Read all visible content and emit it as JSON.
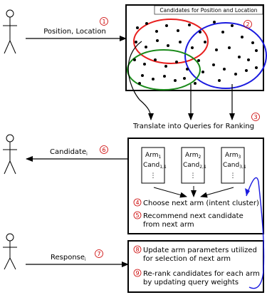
{
  "title": "Candidates for Position and Location",
  "users": [
    {
      "name": "user-top"
    },
    {
      "name": "user-middle"
    },
    {
      "name": "user-bottom"
    }
  ],
  "input": {
    "label": "Position, Location",
    "step": "1"
  },
  "candidates": {
    "step": "2"
  },
  "translate": {
    "label": "Translate into Queries for Ranking",
    "step": "3"
  },
  "candidate_out": {
    "label": "Candidate",
    "sub": "i",
    "step": "6"
  },
  "response_in": {
    "label": "Response",
    "sub": "i",
    "step": "7"
  },
  "arms": [
    {
      "arm": "Arm",
      "arm_sub": "1",
      "cand": "Cand",
      "cand_sub": "1,1",
      "more": "⋮"
    },
    {
      "arm": "Arm",
      "arm_sub": "2",
      "cand": "Cand",
      "cand_sub": "2,1",
      "more": "⋮"
    },
    {
      "arm": "Arm",
      "arm_sub": "3",
      "cand": "Cand",
      "cand_sub": "3,1",
      "more": "⋮"
    }
  ],
  "steps_mid": [
    {
      "num": "4",
      "lines": [
        "Choose next arm (intent cluster)"
      ]
    },
    {
      "num": "5",
      "lines": [
        "Recommend next candidate",
        "from next arm"
      ]
    }
  ],
  "steps_bottom": [
    {
      "num": "8",
      "lines": [
        "Update arm parameters utilized",
        "for selection of next arm"
      ]
    },
    {
      "num": "9",
      "lines": [
        "Re-rank candidates for each arm",
        "by updating query weights"
      ]
    }
  ],
  "colors": {
    "red": "#e8201f",
    "blue": "#1a1adf",
    "green": "#1a8a1a",
    "step_red": "#cc0000"
  }
}
